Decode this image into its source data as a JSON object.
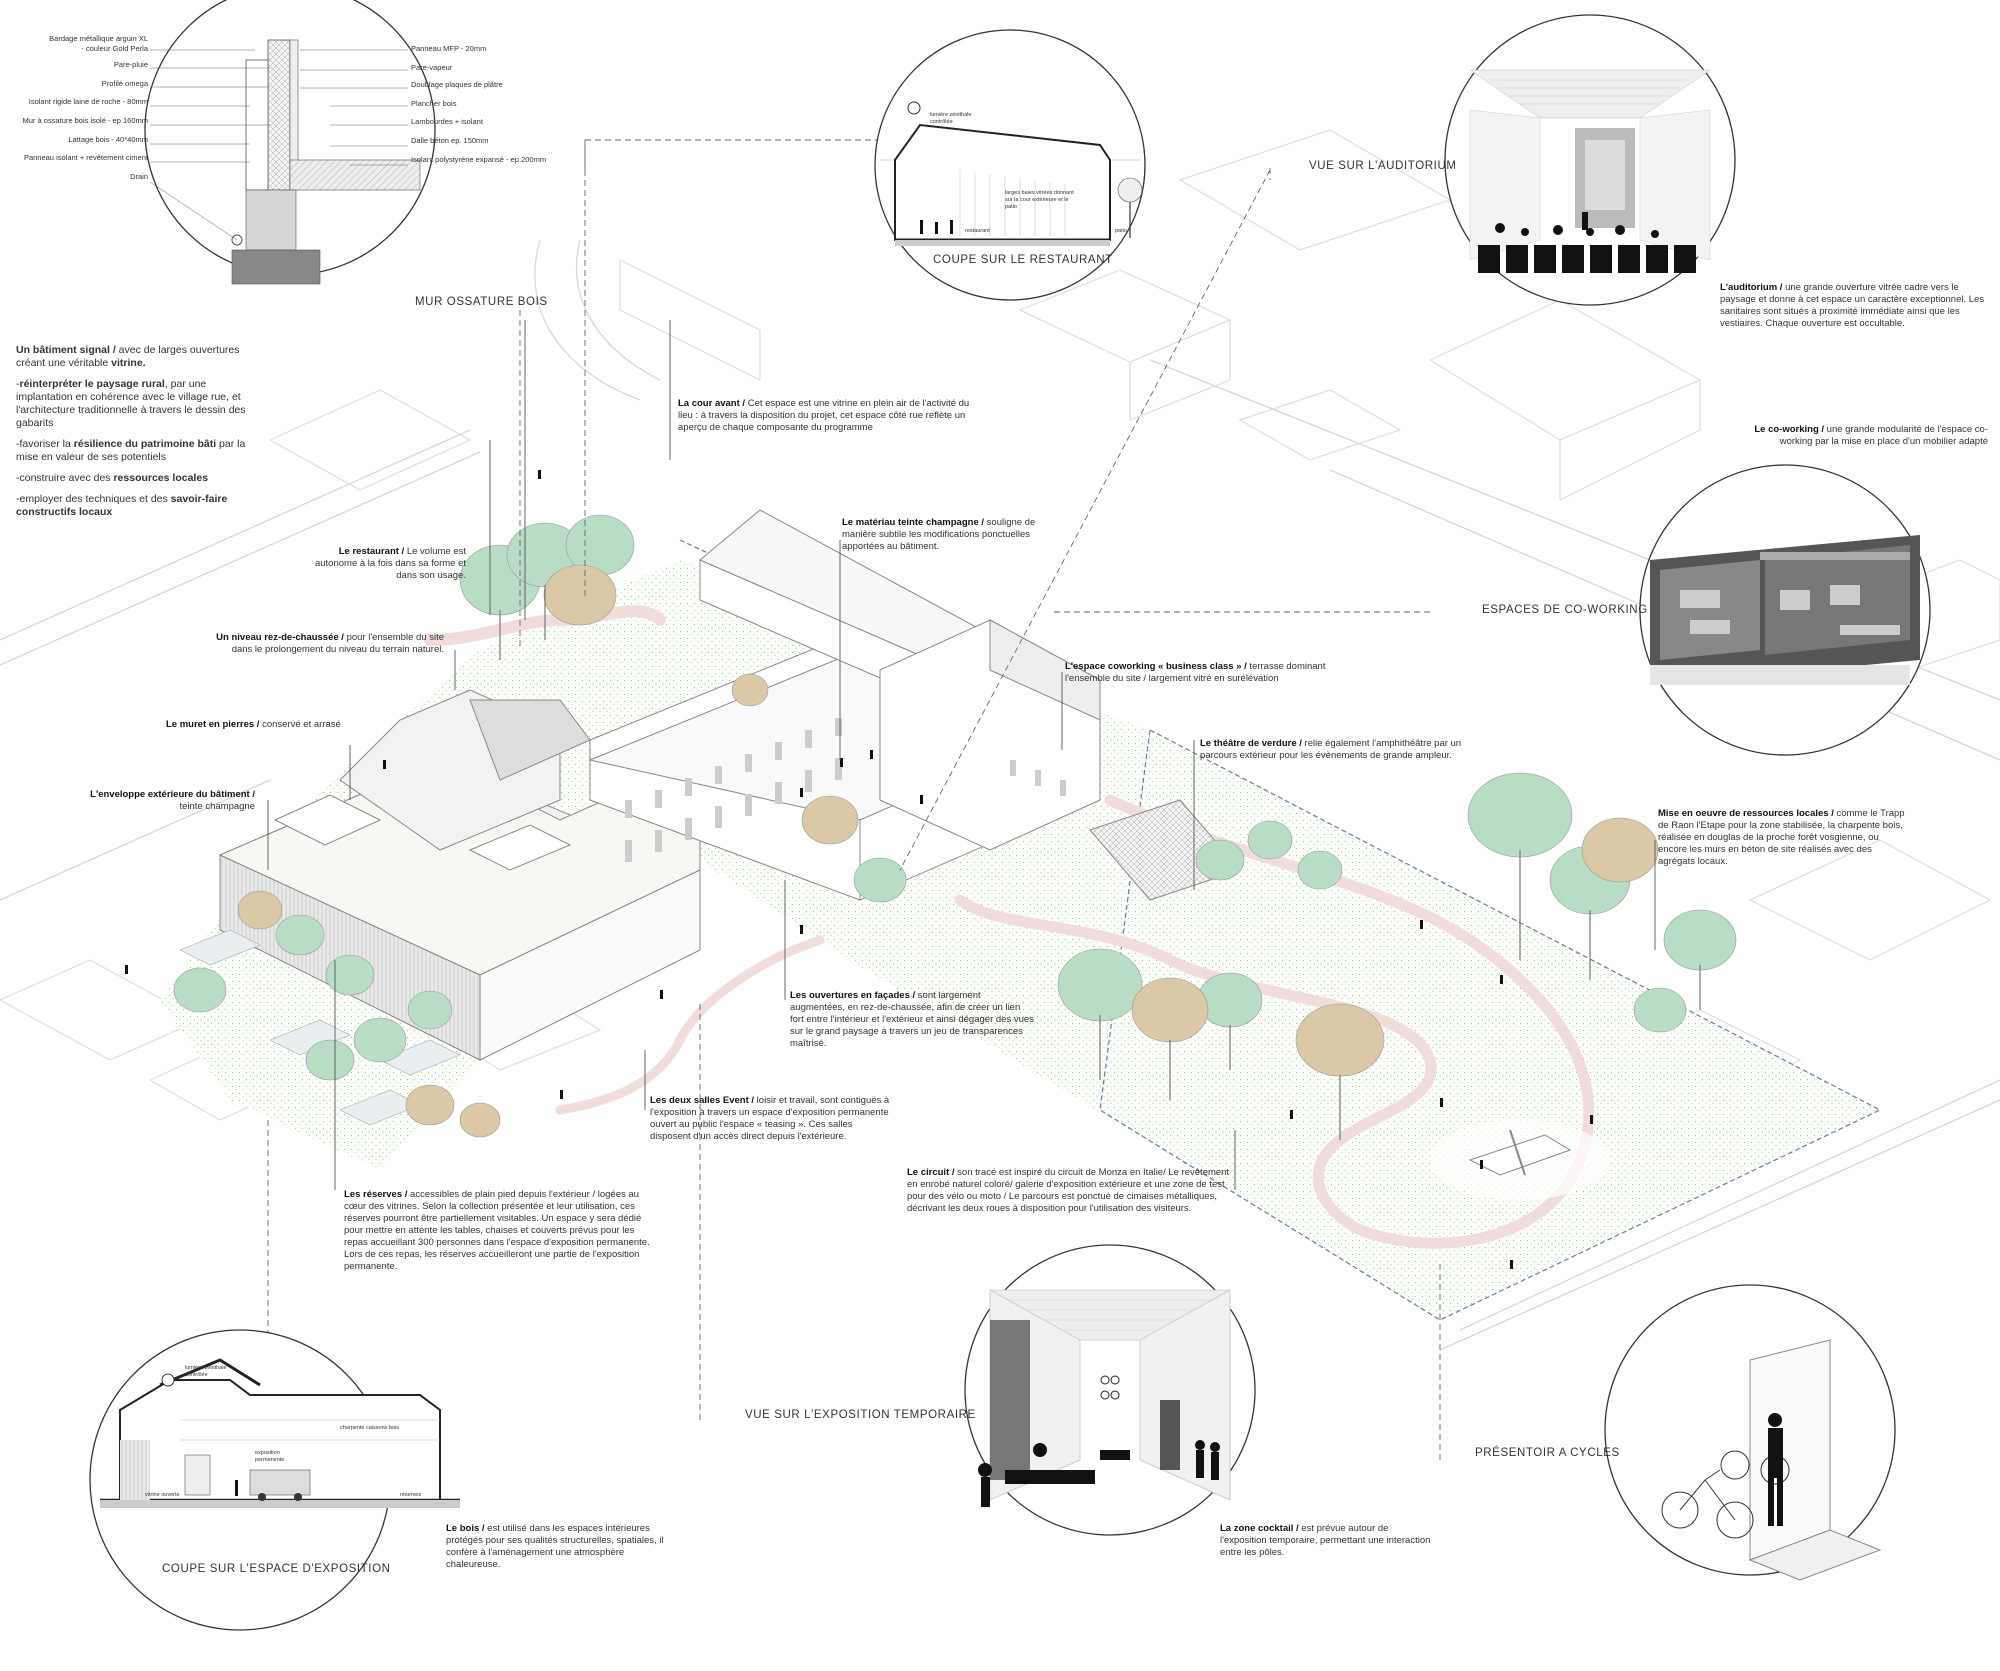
{
  "intro": {
    "p1_bold": "Un bâtiment signal /",
    "p1_text": " avec de larges ouvertures créant une véritable ",
    "p1_bold2": "vitrine.",
    "p2_pre": "-",
    "p2_bold": "réinterpréter le paysage rural",
    "p2_text": ", par une implantation en cohérence avec le village rue, et l'architecture traditionnelle à travers le dessin des gabarits",
    "p3_pre": "-favoriser la ",
    "p3_bold": "résilience du patrimoine bâti",
    "p3_text": " par la mise en valeur de ses potentiels",
    "p4_pre": "-construire avec des ",
    "p4_bold": "ressources locales",
    "p5_pre": "-employer des techniques et des ",
    "p5_bold": "savoir-faire constructifs locaux"
  },
  "wall_detail": {
    "left_labels": [
      "Bardage métallique arguin XL",
      "- couleur Gold Perla",
      "Pare-pluie",
      "Profilé omega",
      "Isolant rigide laine de roche - 80mm",
      "Mur à ossature bois isolé - ep 160mm",
      "Lattage bois - 40*40mm",
      "Panneau isolant + revêtement ciment",
      "Drain"
    ],
    "right_labels": [
      "Panneau MFP - 20mm",
      "Pare-vapeur",
      "Doublage plaques de plâtre",
      "Plancher bois",
      "Lambourdes + isolant",
      "Dalle béton ep. 150mm",
      "Isolant polystyrène expansé - ep.200mm"
    ]
  },
  "captions": {
    "mur": "MUR OSSATURE BOIS",
    "restaurant": "COUPE SUR LE RESTAURANT",
    "auditorium": "VUE SUR L'AUDITORIUM",
    "coworking": "ESPACES DE CO-WORKING",
    "expo_temp": "VUE SUR L'EXPOSITION TEMPORAIRE",
    "expo_section": "COUPE SUR L'ESPACE D'EXPOSITION",
    "cycles": "PRÉSENTOIR A CYCLES"
  },
  "section_labels": {
    "lumiere": "lumière zénithale contrôlée",
    "larges_baies": "larges baies vitrées donnant sur la cour extérieure et le patio",
    "restaurant": "restaurant",
    "patio": "patio",
    "lumiere2": "lumière zénithale contrôlée",
    "charpente": "charpente caissons bois",
    "exposition": "exposition permanente",
    "vitrine": "vitrine ouverte",
    "reserves": "réserves"
  },
  "annotations": {
    "auditorium_b": "L'auditorium /",
    "auditorium_t": " une grande ouverture vitrée cadre vers le paysage et donne à cet espace un caractère exceptionnel. Les sanitaires sont situés à proximité immédiate ainsi que les vestiaires. Chaque ouverture est occultable.",
    "coworking_b": "Le co-working /",
    "coworking_t": " une grande modularité de l'espace co-working par la mise en place d'un mobilier adapté",
    "cour_b": "La cour avant /",
    "cour_t": " Cet espace est une vitrine en plein air de l'activité du lieu : à travers la disposition du projet, cet espace côté rue reflète un aperçu de chaque composante du programme",
    "materiau_b": "Le matériau teinte champagne /",
    "materiau_t": " souligne de manière subtile les modifications ponctuelles apportées au bâtiment.",
    "restaurant_b": "Le restaurant /",
    "restaurant_t": " Le volume est autonome à la fois dans sa forme et dans son usage.",
    "rdc_b": "Un niveau rez-de-chaussée /",
    "rdc_t": " pour l'ensemble du site dans le prolongement du niveau du terrain naturel.",
    "muret_b": "Le muret en pierres /",
    "muret_t": " conservé et arrasé",
    "enveloppe_b": "L'enveloppe extérieure du bâtiment /",
    "enveloppe_t": "teinte champagne",
    "espace_cw_b": "L'espace coworking « business class » /",
    "espace_cw_t": " terrasse dominant l'ensemble du site / largement vitré en surélévation",
    "theatre_b": "Le théâtre de verdure /",
    "theatre_t": " relie également l'amphithéâtre par un parcours extérieur pour les évènements de grande ampleur.",
    "ressources_b": "Mise en oeuvre de ressources locales /",
    "ressources_t": " comme le Trapp de Raon l'Etape pour la zone stabilisée, la charpente bois, réalisée en douglas de la proche forêt vosgienne, ou encore les murs en béton de site réalisés avec des agrégats locaux.",
    "ouvertures_b": "Les ouvertures en façades /",
    "ouvertures_t": " sont largement augmentées, en rez-de-chaussée, afin de créer un lien fort entre l'intérieur et l'extérieur et ainsi dégager des vues sur le grand paysage à travers un jeu de transparences maîtrisé.",
    "salles_b": "Les deux salles Event /",
    "salles_t": " loisir et travail, sont contiguës à l'exposition à travers un espace d'exposition permanente ouvert au public l'espace « teasing ». Ces salles disposent d'un accès direct depuis l'extérieure.",
    "circuit_b": "Le circuit /",
    "circuit_t": " son tracé est inspiré du circuit de Monza en Italie/ Le revêtement en enrobé naturel coloré/ galerie d'exposition extérieure et une zone de test pour des vélo ou moto / Le parcours est ponctué de cimaises métalliques, décrivant les deux roues à disposition pour l'utilisation des visiteurs.",
    "reserves_b": "Les réserves /",
    "reserves_t": " accessibles de plain pied depuis l'extérieur / logées au cœur des vitrines. Selon la collection présentée et leur utilisation, ces réserves pourront être partiellement visitables. Un espace y sera dédié pour mettre en attente les tables, chaises et couverts prévus pour les repas accueillant 300 personnes dans l'espace d'exposition permanente. Lors de ces repas, les réserves accueilleront une partie de l'exposition permanente.",
    "bois_b": "Le bois /",
    "bois_t": " est utilisé dans les espaces intérieures protégés pour ses qualités structurelles, spatiales, il confère à l'aménagement une atmosphère chaleureuse.",
    "cocktail_b": "La zone cocktail /",
    "cocktail_t": " est prévue autour de l'exposition temporaire, permettant une interaction entre les pôles."
  },
  "colors": {
    "tree_green": "#b9dcc4",
    "tree_tan": "#dbc8a6",
    "path_pink": "#f1dcdc",
    "dash_blue": "#6d7aa6",
    "line_grey": "#666666"
  }
}
